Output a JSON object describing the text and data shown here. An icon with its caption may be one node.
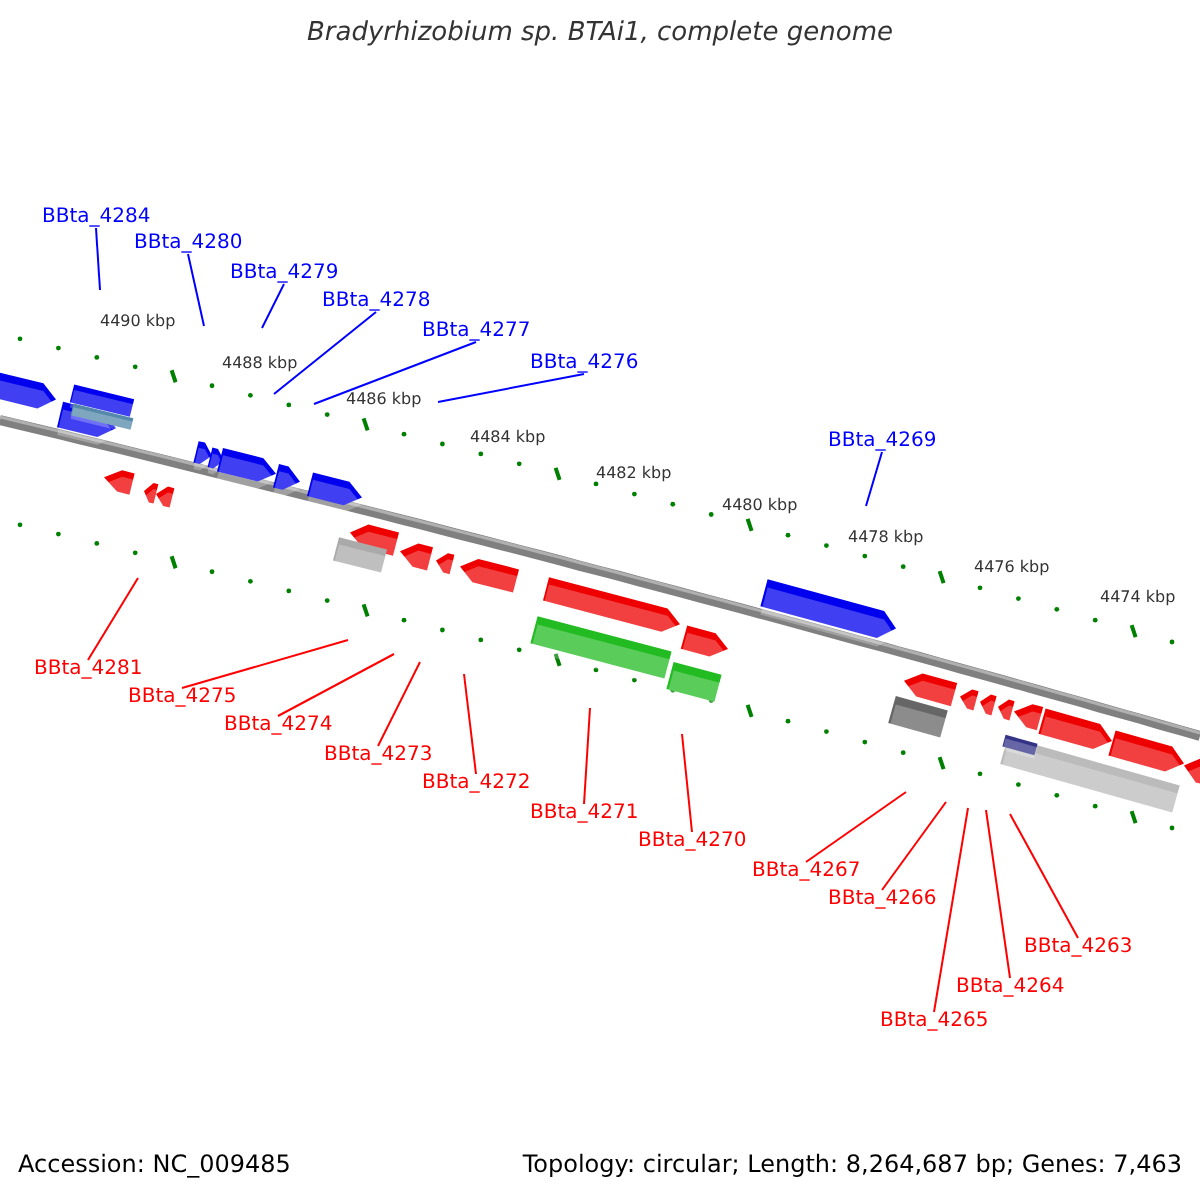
{
  "diagram": {
    "title": "Bradyrhizobium sp. BTAi1, complete genome",
    "nodes": [
      {
        "text": [
          "BBta_4284"
        ]
      },
      {
        "text": [
          "BBta_4280"
        ]
      },
      {
        "text": [
          "BBta_4279"
        ]
      },
      {
        "text": [
          "BBta_4278"
        ]
      },
      {
        "text": [
          "BBta_4277"
        ]
      },
      {
        "text": [
          "BBta_4276"
        ]
      },
      {
        "text": [
          "BBta_4269"
        ]
      },
      {
        "text": [
          "BBta_4281"
        ]
      },
      {
        "text": [
          "BBta_4275"
        ]
      },
      {
        "text": [
          "BBta_4274"
        ]
      },
      {
        "text": [
          "BBta_4273"
        ]
      },
      {
        "text": [
          "BBta_4272"
        ]
      },
      {
        "text": [
          "BBta_4271"
        ]
      },
      {
        "text": [
          "BBta_4270"
        ]
      },
      {
        "text": [
          "BBta_4267"
        ]
      },
      {
        "text": [
          "BBta_4266"
        ]
      },
      {
        "text": [
          "BBta_4263"
        ]
      },
      {
        "text": [
          "BBta_4264"
        ]
      },
      {
        "text": [
          "BBta_4265"
        ]
      }
    ],
    "edges": [
      {
        "from": 0,
        "to": null,
        "arrow": "none",
        "color": "#0000ff"
      },
      {
        "from": 1,
        "to": null,
        "arrow": "none",
        "color": "#0000ff"
      },
      {
        "from": 2,
        "to": null,
        "arrow": "none",
        "color": "#0000ff"
      },
      {
        "from": 3,
        "to": null,
        "arrow": "none",
        "color": "#0000ff"
      },
      {
        "from": 4,
        "to": null,
        "arrow": "none",
        "color": "#0000ff"
      },
      {
        "from": 5,
        "to": null,
        "arrow": "none",
        "color": "#0000ff"
      },
      {
        "from": 6,
        "to": null,
        "arrow": "none",
        "color": "#0000ff"
      },
      {
        "from": 7,
        "to": null,
        "arrow": "none"
      },
      {
        "from": 8,
        "to": null,
        "arrow": "none"
      },
      {
        "from": 9,
        "to": null,
        "arrow": "none"
      },
      {
        "from": 10,
        "to": null,
        "arrow": "none"
      },
      {
        "from": 11,
        "to": null,
        "arrow": "none"
      },
      {
        "from": 12,
        "to": null,
        "arrow": "none"
      },
      {
        "from": 13,
        "to": null,
        "arrow": "none"
      },
      {
        "from": 14,
        "to": null,
        "arrow": "none"
      },
      {
        "from": 15,
        "to": null,
        "arrow": "none"
      },
      {
        "from": 16,
        "to": null,
        "arrow": "none"
      },
      {
        "from": 17,
        "to": null,
        "arrow": "none"
      },
      {
        "from": 18,
        "to": null,
        "arrow": "none"
      }
    ],
    "labels": [
      "4490 kbp",
      "4488 kbp",
      "4486 kbp",
      "4484 kbp",
      "4482 kbp",
      "4480 kbp",
      "4478 kbp",
      "4476 kbp",
      "4474 kbp",
      "Accession: NC_009485",
      "Topology: circular; Length: 8,264,687 bp; Genes: 7,463"
    ]
  }
}
